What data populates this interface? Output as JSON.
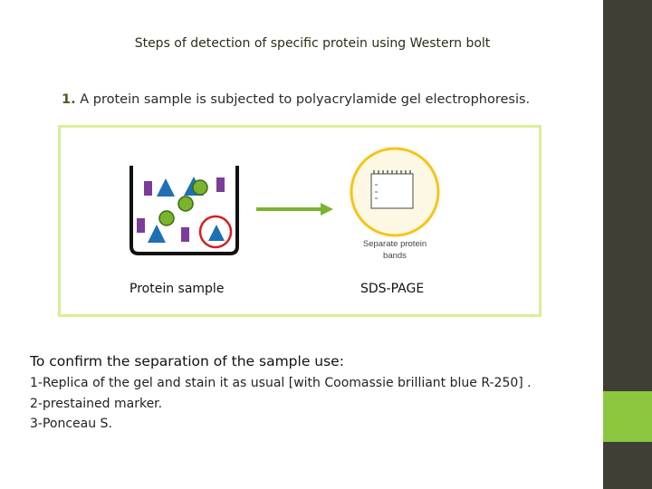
{
  "slide": {
    "title": "Steps of detection of specific protein using Western bolt",
    "step1": {
      "number": "1.",
      "text": "A protein sample is subjected to polyacrylamide gel electrophoresis."
    },
    "diagram": {
      "left_label": "Protein sample",
      "right_label": "SDS-PAGE",
      "gel_caption_line1": "Separate protein",
      "gel_caption_line2": "bands"
    },
    "confirm": {
      "heading": "To confirm the separation of the sample use:",
      "items": [
        "1-Replica of the gel and stain it as usual [with Coomassie brilliant blue R-250] .",
        "2-prestained marker.",
        "3-Ponceau S."
      ]
    },
    "colors": {
      "sidebar": "#3f3f35",
      "accent": "#8cc63f",
      "panel_border": "#d9ee98",
      "title_text": "#2d2d16",
      "protein_square": "#7a3d9a",
      "protein_triangle": "#1f6fb5",
      "protein_circle": "#7ab32e",
      "highlight_ring": "#d42020",
      "arrow": "#7ab32e",
      "gel_ring": "#f5c518"
    }
  }
}
